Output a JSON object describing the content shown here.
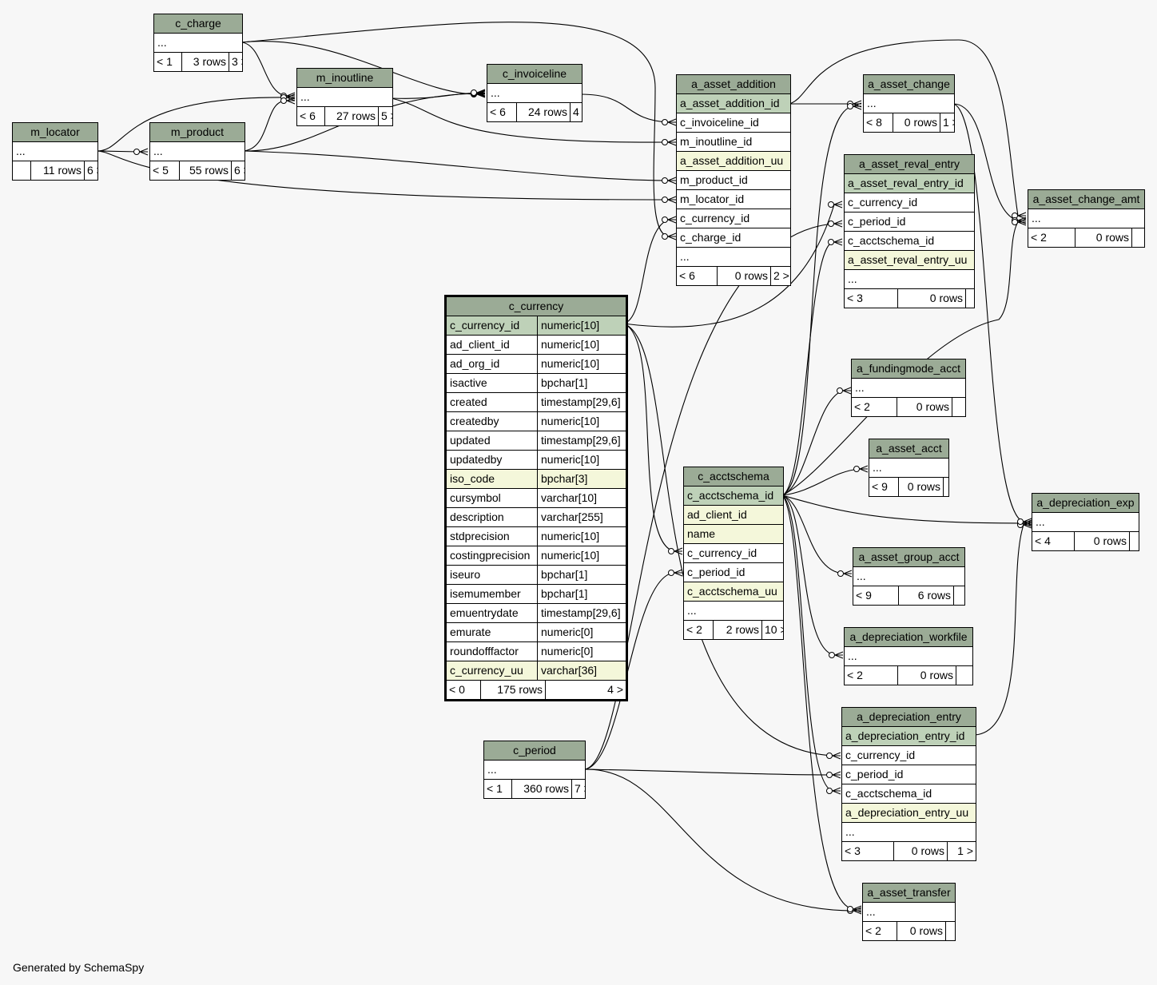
{
  "credit": "Generated by SchemaSpy",
  "tables": [
    {
      "id": "c_charge",
      "name": "c_charge",
      "columns": [
        {
          "name": "..."
        }
      ],
      "footer": {
        "parents": "< 1",
        "rows": "3 rows",
        "children": "3 >"
      }
    },
    {
      "id": "m_inoutline",
      "name": "m_inoutline",
      "columns": [
        {
          "name": "..."
        }
      ],
      "footer": {
        "parents": "< 6",
        "rows": "27 rows",
        "children": "5 >"
      }
    },
    {
      "id": "c_invoiceline",
      "name": "c_invoiceline",
      "columns": [
        {
          "name": "..."
        }
      ],
      "footer": {
        "parents": "< 6",
        "rows": "24 rows",
        "children": "4 >"
      }
    },
    {
      "id": "m_locator",
      "name": "m_locator",
      "columns": [
        {
          "name": "..."
        }
      ],
      "footer": {
        "parents": "",
        "rows": "11 rows",
        "children": "6 >"
      }
    },
    {
      "id": "m_product",
      "name": "m_product",
      "columns": [
        {
          "name": "..."
        }
      ],
      "footer": {
        "parents": "< 5",
        "rows": "55 rows",
        "children": "6 >"
      }
    },
    {
      "id": "a_asset_addition",
      "name": "a_asset_addition",
      "columns": [
        {
          "name": "a_asset_addition_id",
          "kind": "pk"
        },
        {
          "name": "c_invoiceline_id"
        },
        {
          "name": "m_inoutline_id"
        },
        {
          "name": "a_asset_addition_uu",
          "kind": "uq"
        },
        {
          "name": "m_product_id"
        },
        {
          "name": "m_locator_id"
        },
        {
          "name": "c_currency_id"
        },
        {
          "name": "c_charge_id"
        },
        {
          "name": "..."
        }
      ],
      "footer": {
        "parents": "< 6",
        "rows": "0 rows",
        "children": "2 >"
      }
    },
    {
      "id": "a_asset_change",
      "name": "a_asset_change",
      "columns": [
        {
          "name": "..."
        }
      ],
      "footer": {
        "parents": "< 8",
        "rows": "0 rows",
        "children": "1 >"
      }
    },
    {
      "id": "a_asset_reval_entry",
      "name": "a_asset_reval_entry",
      "columns": [
        {
          "name": "a_asset_reval_entry_id",
          "kind": "pk"
        },
        {
          "name": "c_currency_id"
        },
        {
          "name": "c_period_id"
        },
        {
          "name": "c_acctschema_id"
        },
        {
          "name": "a_asset_reval_entry_uu",
          "kind": "uq"
        },
        {
          "name": "..."
        }
      ],
      "footer": {
        "parents": "< 3",
        "rows": "0 rows",
        "children": ""
      }
    },
    {
      "id": "a_asset_change_amt",
      "name": "a_asset_change_amt",
      "columns": [
        {
          "name": "..."
        }
      ],
      "footer": {
        "parents": "< 2",
        "rows": "0 rows",
        "children": ""
      }
    },
    {
      "id": "c_currency",
      "name": "c_currency",
      "focus": true,
      "columns": [
        {
          "name": "c_currency_id",
          "type": "numeric[10]",
          "kind": "pk"
        },
        {
          "name": "ad_client_id",
          "type": "numeric[10]"
        },
        {
          "name": "ad_org_id",
          "type": "numeric[10]"
        },
        {
          "name": "isactive",
          "type": "bpchar[1]"
        },
        {
          "name": "created",
          "type": "timestamp[29,6]"
        },
        {
          "name": "createdby",
          "type": "numeric[10]"
        },
        {
          "name": "updated",
          "type": "timestamp[29,6]"
        },
        {
          "name": "updatedby",
          "type": "numeric[10]"
        },
        {
          "name": "iso_code",
          "type": "bpchar[3]",
          "kind": "uq"
        },
        {
          "name": "cursymbol",
          "type": "varchar[10]"
        },
        {
          "name": "description",
          "type": "varchar[255]"
        },
        {
          "name": "stdprecision",
          "type": "numeric[10]"
        },
        {
          "name": "costingprecision",
          "type": "numeric[10]"
        },
        {
          "name": "iseuro",
          "type": "bpchar[1]"
        },
        {
          "name": "isemumember",
          "type": "bpchar[1]"
        },
        {
          "name": "emuentrydate",
          "type": "timestamp[29,6]"
        },
        {
          "name": "emurate",
          "type": "numeric[0]"
        },
        {
          "name": "roundofffactor",
          "type": "numeric[0]"
        },
        {
          "name": "c_currency_uu",
          "type": "varchar[36]",
          "kind": "uq"
        }
      ],
      "footer": {
        "parents": "< 0",
        "rows": "175 rows",
        "children": "4 >"
      }
    },
    {
      "id": "a_fundingmode_acct",
      "name": "a_fundingmode_acct",
      "columns": [
        {
          "name": "..."
        }
      ],
      "footer": {
        "parents": "< 2",
        "rows": "0 rows",
        "children": ""
      }
    },
    {
      "id": "a_asset_acct",
      "name": "a_asset_acct",
      "columns": [
        {
          "name": "..."
        }
      ],
      "footer": {
        "parents": "< 9",
        "rows": "0 rows",
        "children": ""
      }
    },
    {
      "id": "c_acctschema",
      "name": "c_acctschema",
      "columns": [
        {
          "name": "c_acctschema_id",
          "kind": "pk"
        },
        {
          "name": "ad_client_id",
          "kind": "uq"
        },
        {
          "name": "name",
          "kind": "uq"
        },
        {
          "name": "c_currency_id"
        },
        {
          "name": "c_period_id"
        },
        {
          "name": "c_acctschema_uu",
          "kind": "uq"
        },
        {
          "name": "..."
        }
      ],
      "footer": {
        "parents": "< 2",
        "rows": "2 rows",
        "children": "10 >"
      }
    },
    {
      "id": "a_depreciation_exp",
      "name": "a_depreciation_exp",
      "columns": [
        {
          "name": "..."
        }
      ],
      "footer": {
        "parents": "< 4",
        "rows": "0 rows",
        "children": ""
      }
    },
    {
      "id": "a_asset_group_acct",
      "name": "a_asset_group_acct",
      "columns": [
        {
          "name": "..."
        }
      ],
      "footer": {
        "parents": "< 9",
        "rows": "6 rows",
        "children": ""
      }
    },
    {
      "id": "a_depreciation_workfile",
      "name": "a_depreciation_workfile",
      "columns": [
        {
          "name": "..."
        }
      ],
      "footer": {
        "parents": "< 2",
        "rows": "0 rows",
        "children": ""
      }
    },
    {
      "id": "a_depreciation_entry",
      "name": "a_depreciation_entry",
      "columns": [
        {
          "name": "a_depreciation_entry_id",
          "kind": "pk"
        },
        {
          "name": "c_currency_id"
        },
        {
          "name": "c_period_id"
        },
        {
          "name": "c_acctschema_id"
        },
        {
          "name": "a_depreciation_entry_uu",
          "kind": "uq"
        },
        {
          "name": "..."
        }
      ],
      "footer": {
        "parents": "< 3",
        "rows": "0 rows",
        "children": "1 >"
      }
    },
    {
      "id": "c_period",
      "name": "c_period",
      "columns": [
        {
          "name": "..."
        }
      ],
      "footer": {
        "parents": "< 1",
        "rows": "360 rows",
        "children": "7 >"
      }
    },
    {
      "id": "a_asset_transfer",
      "name": "a_asset_transfer",
      "columns": [
        {
          "name": "..."
        }
      ],
      "footer": {
        "parents": "< 2",
        "rows": "0 rows",
        "children": ""
      }
    }
  ]
}
